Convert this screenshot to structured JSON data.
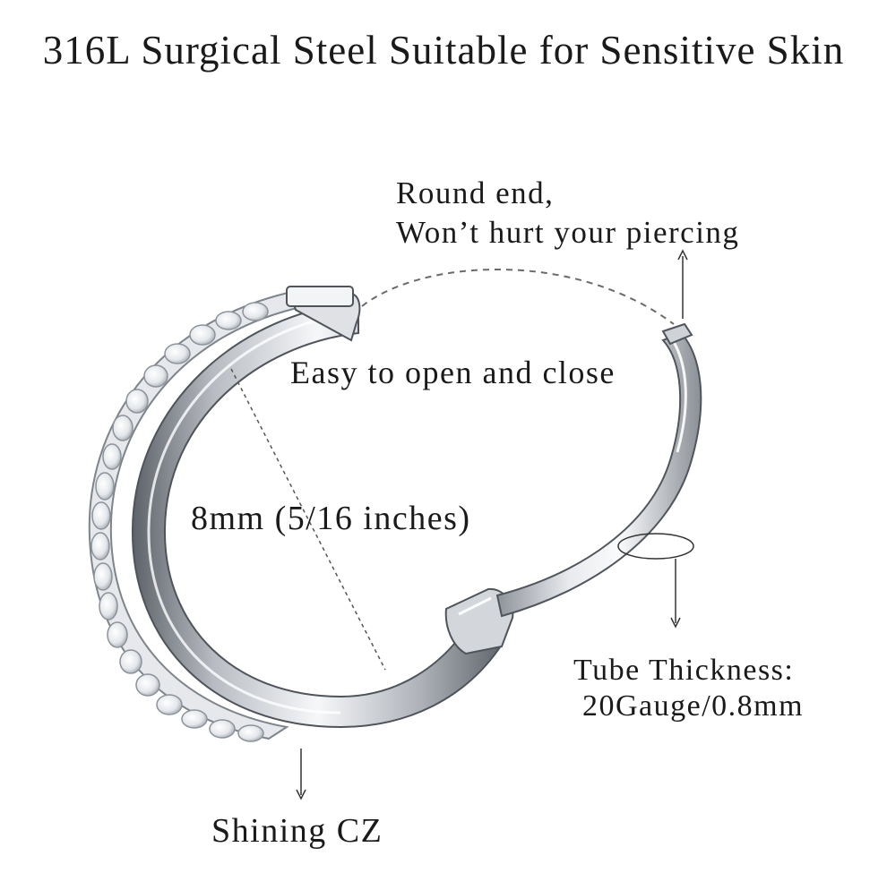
{
  "title": "316L Surgical Steel Suitable for Sensitive Skin",
  "callouts": {
    "round_end_line1": "Round end,",
    "round_end_line2": "Won’t hurt your piercing",
    "easy_open": "Easy to open and close",
    "size": "8mm (5/16 inches)",
    "tube_label": "Tube Thickness:",
    "tube_value": "20Gauge/0.8mm",
    "stones": "Shining CZ"
  },
  "product": {
    "name": "hinged-hoop-ring",
    "metal_color": "#c9ccd1",
    "highlight_color": "#f7f8fa",
    "shadow_color": "#6f747b",
    "stone_color": "#eef0f3"
  }
}
